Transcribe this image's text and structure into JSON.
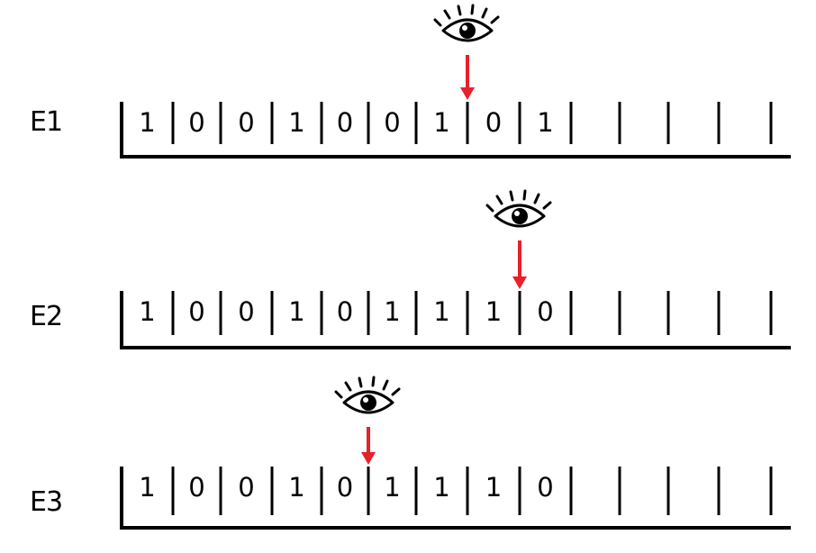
{
  "tapes": [
    {
      "label": "E1",
      "cells": [
        "1",
        "0",
        "0",
        "1",
        "0",
        "0",
        "1",
        "0",
        "1",
        "",
        "",
        "",
        ""
      ],
      "head_boundary": 7
    },
    {
      "label": "E2",
      "cells": [
        "1",
        "0",
        "0",
        "1",
        "0",
        "1",
        "1",
        "1",
        "0",
        "",
        "",
        "",
        ""
      ],
      "head_boundary": 8
    },
    {
      "label": "E3",
      "cells": [
        "1",
        "0",
        "0",
        "1",
        "0",
        "1",
        "1",
        "1",
        "0",
        "",
        "",
        "",
        ""
      ],
      "head_boundary": 5
    }
  ],
  "icons": {
    "head": "eye-icon",
    "pointer": "arrow-down-icon"
  },
  "colors": {
    "arrow": "#e8202a",
    "ink": "#000000"
  }
}
